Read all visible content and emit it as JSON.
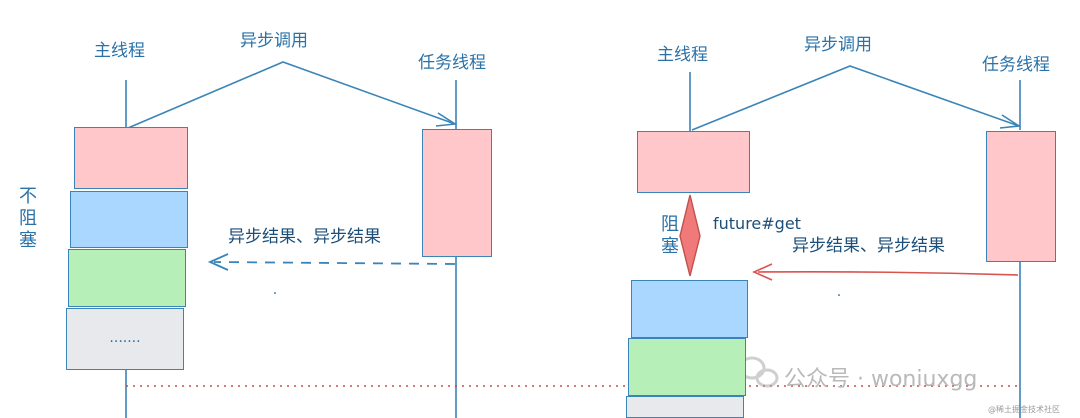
{
  "left": {
    "main_thread": "主线程",
    "async_call": "异步调用",
    "task_thread": "任务线程",
    "non_blocking": [
      "不",
      "阻",
      "塞"
    ],
    "async_result": "异步结果、异步结果",
    "ellipsis": ".......",
    "dot": "."
  },
  "right": {
    "main_thread": "主线程",
    "async_call": "异步调用",
    "task_thread": "任务线程",
    "blocking": [
      "阻",
      "塞"
    ],
    "future_get": "future#get",
    "async_result": "异步结果、异步结果",
    "dot": "."
  },
  "watermark": {
    "label": "公众号 · woniuxgg",
    "site": "@稀土掘金技术社区"
  },
  "colors": {
    "line": "#3a84b8",
    "text": "#2a72a8",
    "red_box": "#ffc7c9",
    "blue_box": "#a9d7ff",
    "green_box": "#b6efb8",
    "gray_box": "#e8e9ed",
    "red_arrow": "#d9534f",
    "dotted": "#c0504d"
  }
}
